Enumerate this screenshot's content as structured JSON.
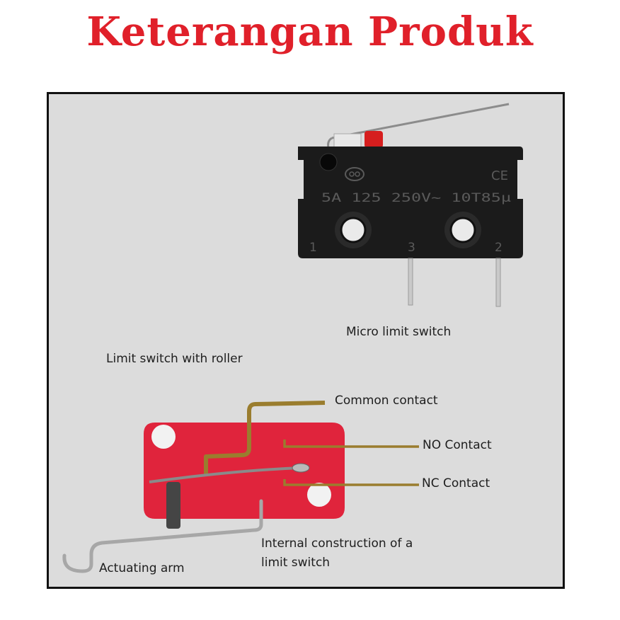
{
  "title": "Keterangan Produk",
  "switch_marking": {
    "ratings": "5A 125 250V~ 10T85µ",
    "ce_mark": "CE",
    "terminal_1": "1",
    "terminal_3": "3",
    "terminal_2": "2"
  },
  "labels": {
    "micro_limit_switch": "Micro limit switch",
    "limit_switch_roller": "Limit switch with roller",
    "common_contact": "Common contact",
    "no_contact": "NO Contact",
    "nc_contact": "NC Contact",
    "internal_construction_line1": "Internal construction of a",
    "internal_construction_line2": "limit switch",
    "actuating_arm": "Actuating arm"
  },
  "colors": {
    "title": "#e0202a",
    "panel_bg": "#dcdcdc",
    "switch_body": "#1b1b1b",
    "switch_button": "#d61e1e",
    "internal_body": "#e0243c",
    "contact_wire": "#9a7d2e"
  }
}
